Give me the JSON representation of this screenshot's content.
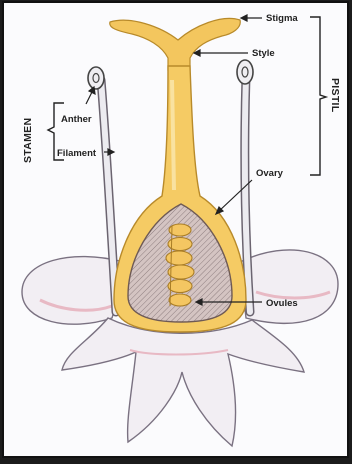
{
  "diagram": {
    "labels": {
      "stigma": "Stigma",
      "style": "Style",
      "ovary": "Ovary",
      "ovules": "Ovules",
      "anther": "Anther",
      "filament": "Filament"
    },
    "groups": {
      "stamen": "STAMEN",
      "pistil": "PISTIL"
    },
    "colors": {
      "background": "#1c1c1c",
      "paper": "#fbfbfd",
      "pistil": "#f2c25a",
      "pistil_light": "#f7d97e",
      "petal_fill": "#f2eef3",
      "petal_outline": "#7a7181",
      "petal_pink": "#e8b9c4",
      "ovary_fill": "#c9b7b5",
      "ink": "#2a2a2a"
    }
  }
}
